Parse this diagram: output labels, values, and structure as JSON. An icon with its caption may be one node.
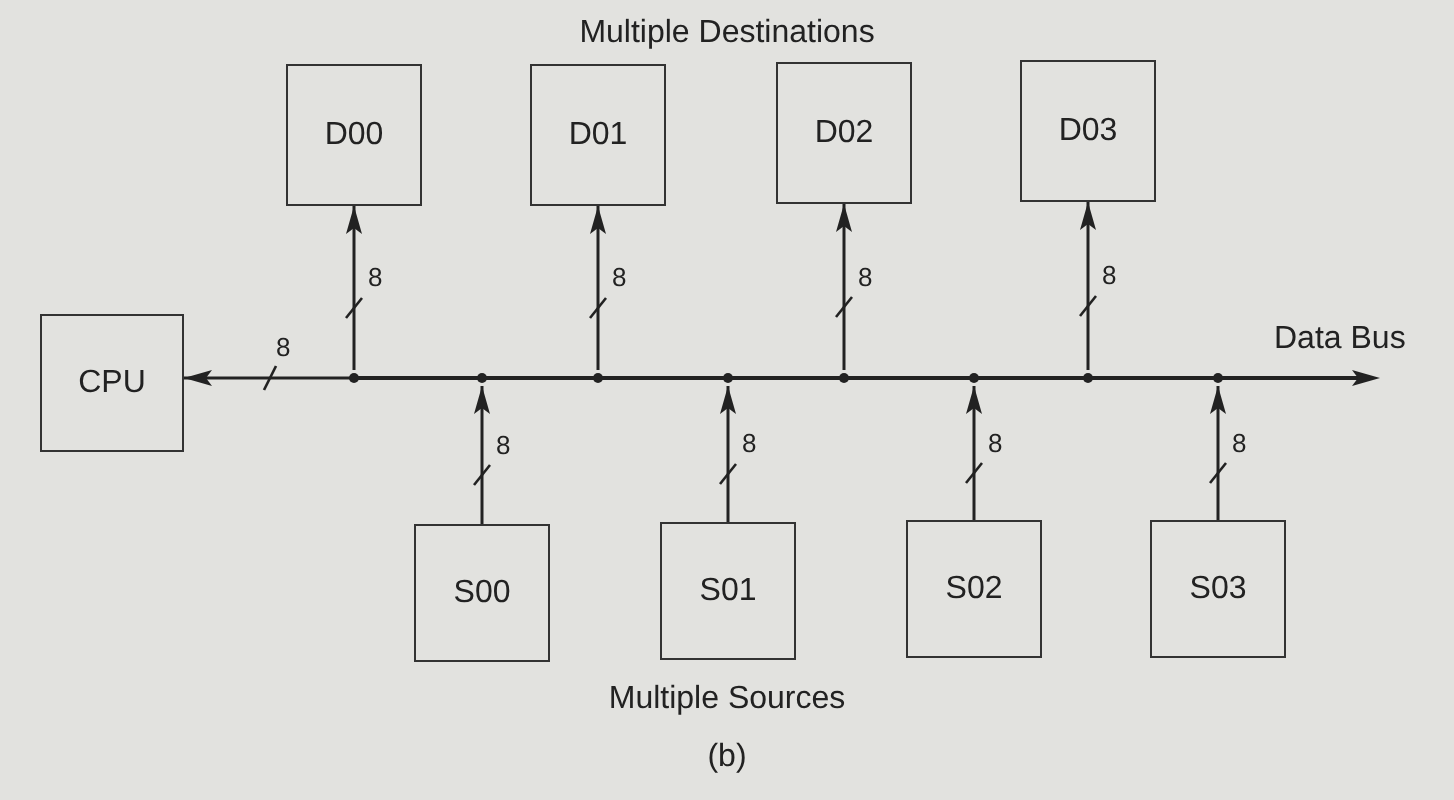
{
  "diagram": {
    "title": "Multiple Destinations",
    "caption": "(b)",
    "nodes": [
      {
        "text": [
          "D00"
        ]
      },
      {
        "text": [
          "D01"
        ]
      },
      {
        "text": [
          "D02"
        ]
      },
      {
        "text": [
          "D03"
        ]
      },
      {
        "text": [
          "CPU"
        ]
      },
      {
        "text": [],
        "shape": "bar",
        "beside": [
          "Data Bus"
        ]
      },
      {
        "text": [
          "S00"
        ]
      },
      {
        "text": [
          "S01"
        ]
      },
      {
        "text": [
          "S02"
        ]
      },
      {
        "text": [
          "S03"
        ]
      }
    ],
    "edges": [
      {
        "from": 5,
        "to": 4,
        "arrow": "to",
        "label": "8"
      },
      {
        "from": 5,
        "to": 0,
        "arrow": "to",
        "label": "8"
      },
      {
        "from": 5,
        "to": 1,
        "arrow": "to",
        "label": "8"
      },
      {
        "from": 5,
        "to": 2,
        "arrow": "to",
        "label": "8"
      },
      {
        "from": 5,
        "to": 3,
        "arrow": "to",
        "label": "8"
      },
      {
        "from": 6,
        "to": 5,
        "arrow": "to",
        "label": "8"
      },
      {
        "from": 7,
        "to": 5,
        "arrow": "to",
        "label": "8"
      },
      {
        "from": 8,
        "to": 5,
        "arrow": "to",
        "label": "8"
      },
      {
        "from": 9,
        "to": 5,
        "arrow": "to",
        "label": "8"
      }
    ],
    "labels": [
      "Multiple Sources"
    ]
  }
}
